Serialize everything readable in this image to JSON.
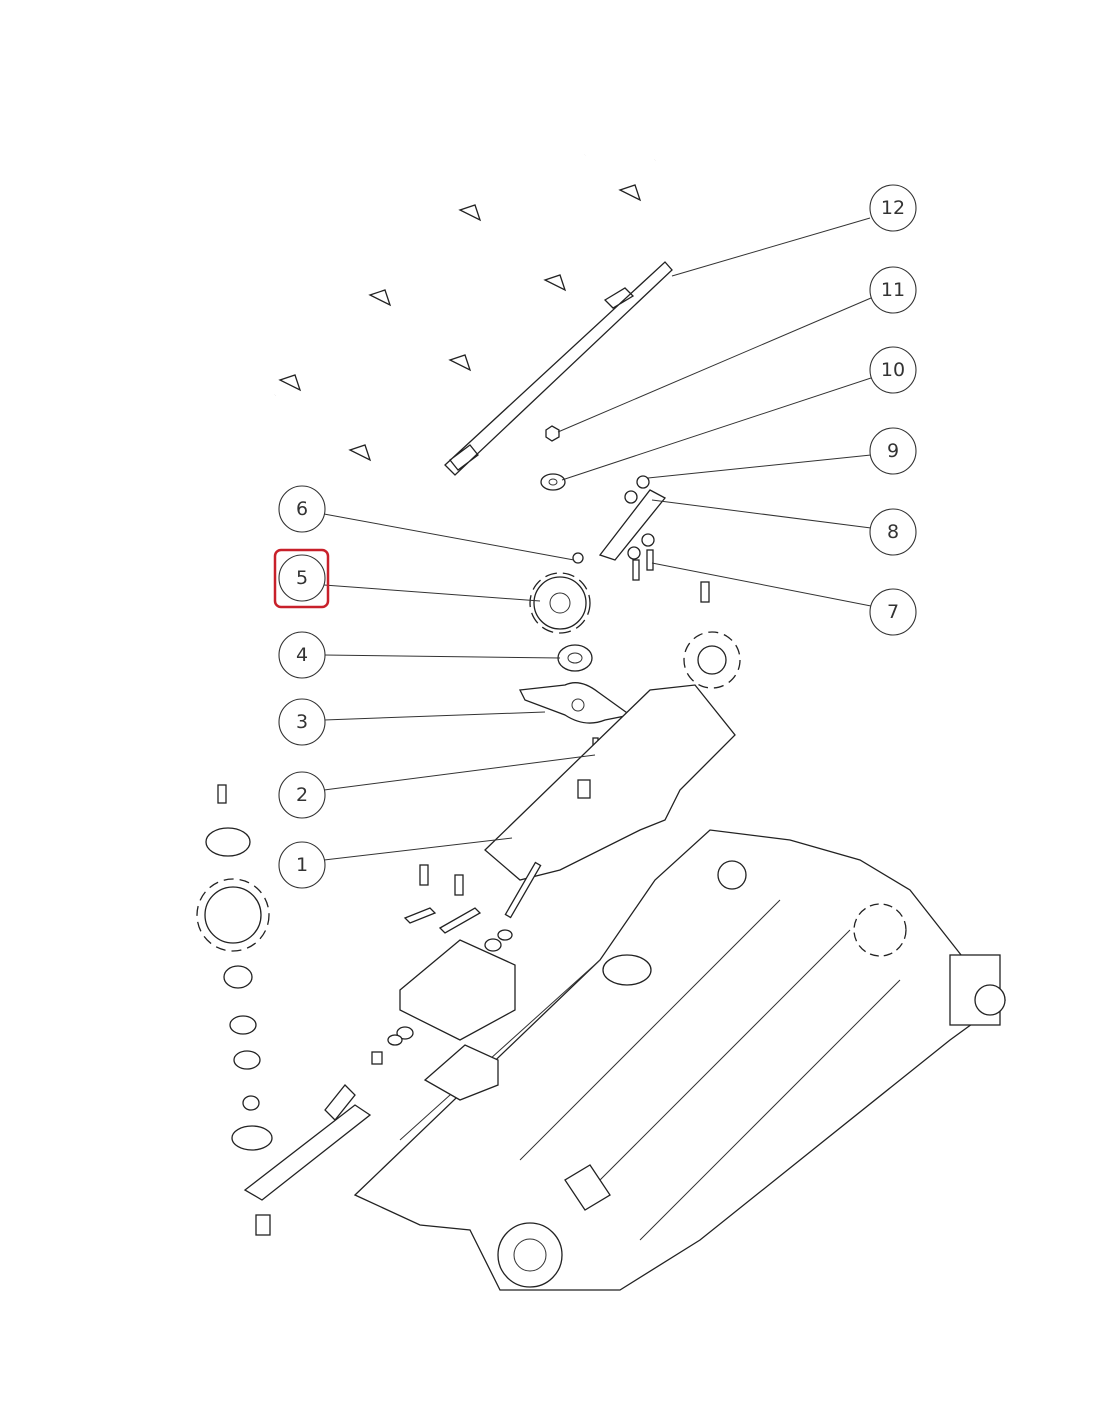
{
  "diagram": {
    "type": "exploded-parts-view",
    "highlight_color": "#c8202a",
    "highlighted_callout": "5",
    "callouts": [
      {
        "label": "1"
      },
      {
        "label": "2"
      },
      {
        "label": "3"
      },
      {
        "label": "4"
      },
      {
        "label": "5"
      },
      {
        "label": "6"
      },
      {
        "label": "7"
      },
      {
        "label": "8"
      },
      {
        "label": "9"
      },
      {
        "label": "10"
      },
      {
        "label": "11"
      },
      {
        "label": "12"
      }
    ]
  }
}
